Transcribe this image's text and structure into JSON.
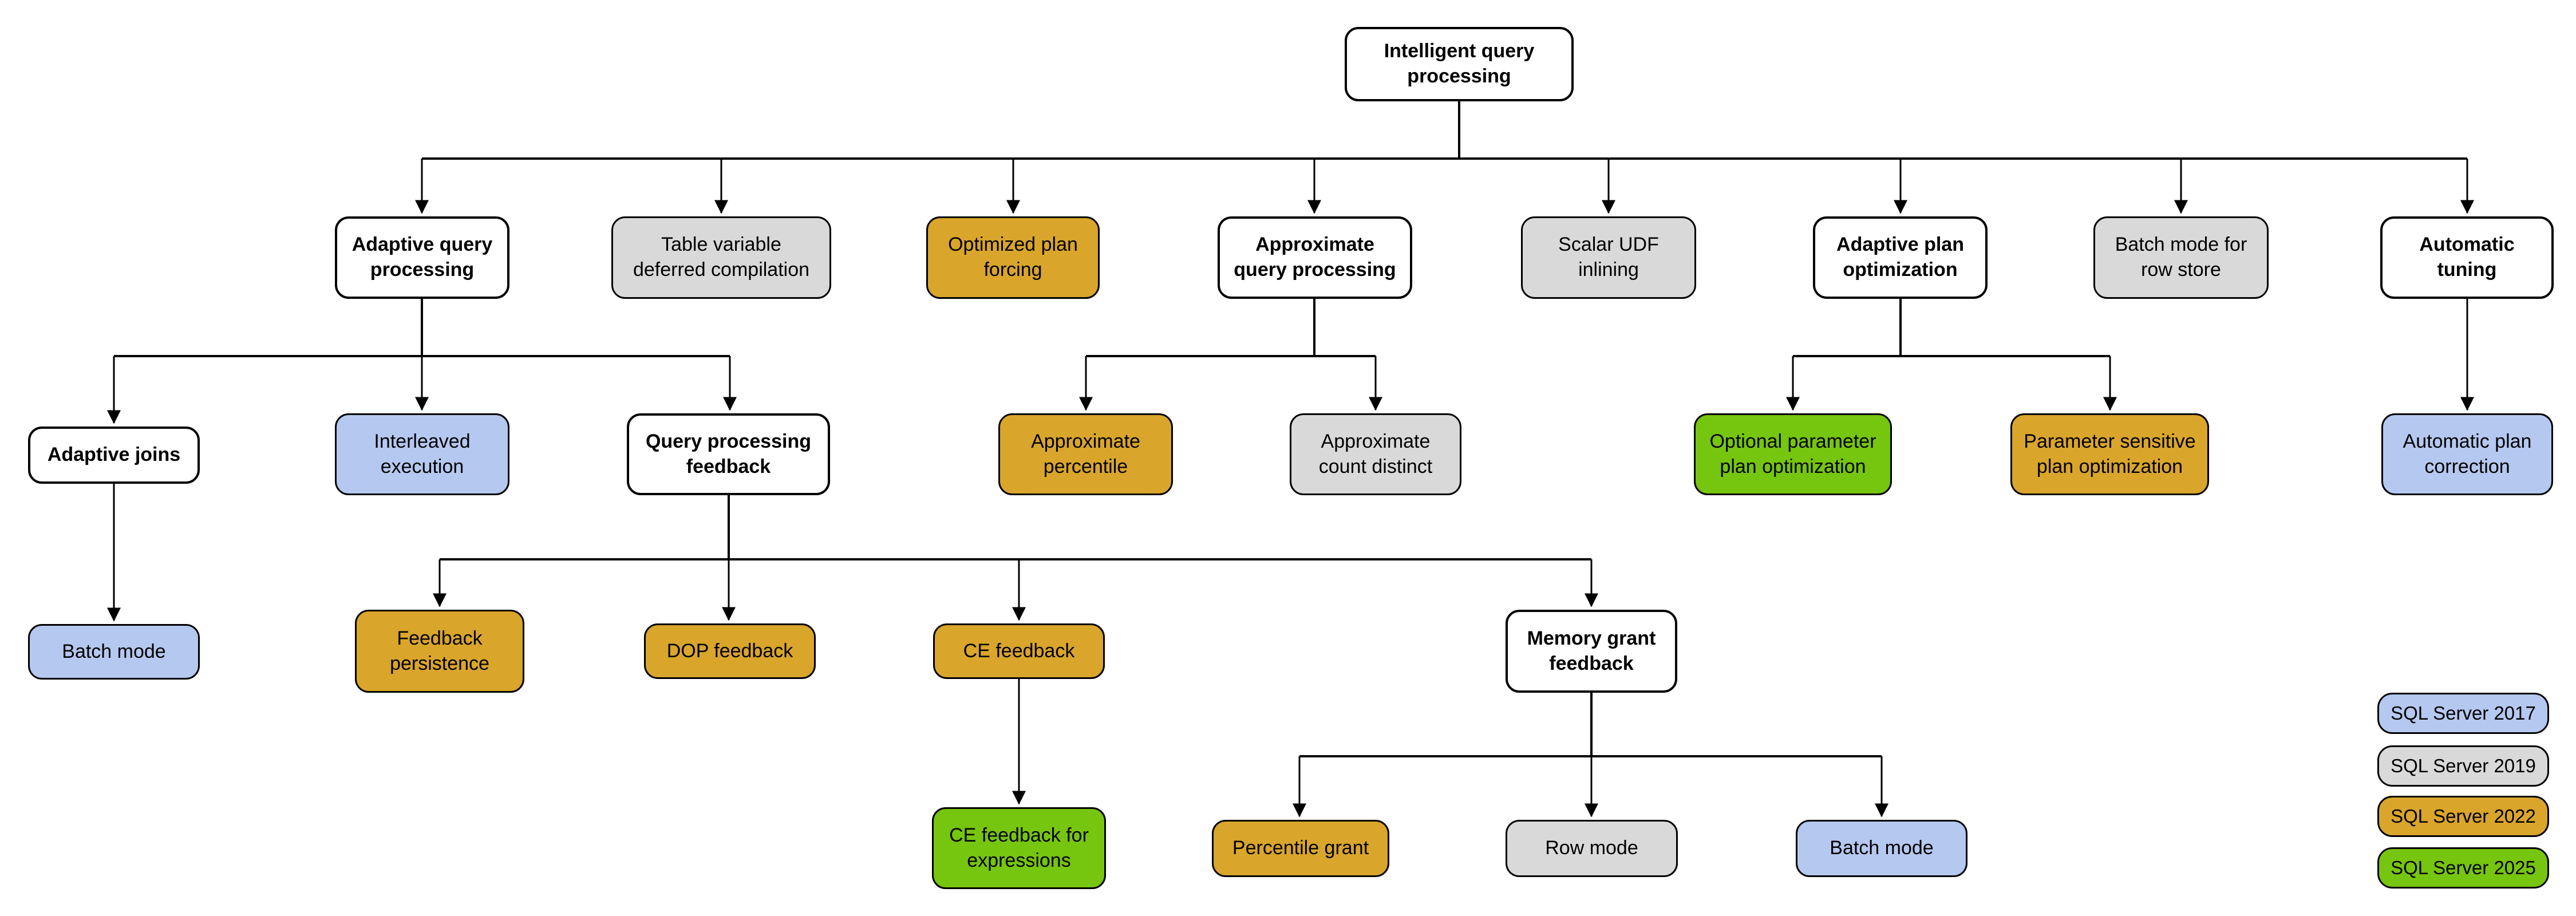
{
  "colors": {
    "base": {
      "fill": "#ffffff",
      "border": "#000000"
    },
    "v2017": {
      "fill": "#b5c8f0",
      "border": "#000000"
    },
    "v2019": {
      "fill": "#d9d9d9",
      "border": "#000000"
    },
    "v2022": {
      "fill": "#d9a52b",
      "border": "#000000"
    },
    "v2025": {
      "fill": "#76c50f",
      "border": "#000000"
    },
    "line": "#000000"
  },
  "nodes": [
    {
      "label": "Intelligent query\nprocessing",
      "version": "base"
    },
    {
      "label": "Adaptive query\nprocessing",
      "version": "base"
    },
    {
      "label": "Table variable\ndeferred compilation",
      "version": "v2019"
    },
    {
      "label": "Optimized plan\nforcing",
      "version": "v2022"
    },
    {
      "label": "Approximate\nquery processing",
      "version": "base"
    },
    {
      "label": "Scalar UDF\ninlining",
      "version": "v2019"
    },
    {
      "label": "Adaptive plan\noptimization",
      "version": "base"
    },
    {
      "label": "Batch mode for\nrow store",
      "version": "v2019"
    },
    {
      "label": "Automatic\ntuning",
      "version": "base"
    },
    {
      "label": "Adaptive joins",
      "version": "base"
    },
    {
      "label": "Interleaved\nexecution",
      "version": "v2017"
    },
    {
      "label": "Query processing\nfeedback",
      "version": "base"
    },
    {
      "label": "Approximate\npercentile",
      "version": "v2022"
    },
    {
      "label": "Approximate\ncount distinct",
      "version": "v2019"
    },
    {
      "label": "Optional parameter\nplan optimization",
      "version": "v2025"
    },
    {
      "label": "Parameter sensitive\nplan optimization",
      "version": "v2022"
    },
    {
      "label": "Automatic plan\ncorrection",
      "version": "v2017"
    },
    {
      "label": "Batch mode",
      "version": "v2017"
    },
    {
      "label": "Feedback\npersistence",
      "version": "v2022"
    },
    {
      "label": "DOP feedback",
      "version": "v2022"
    },
    {
      "label": "CE feedback",
      "version": "v2022"
    },
    {
      "label": "Memory grant\nfeedback",
      "version": "base"
    },
    {
      "label": "CE feedback for\nexpressions",
      "version": "v2025"
    },
    {
      "label": "Percentile grant",
      "version": "v2022"
    },
    {
      "label": "Row mode",
      "version": "v2019"
    },
    {
      "label": "Batch mode",
      "version": "v2017"
    }
  ],
  "legend": [
    {
      "label": "SQL Server 2017",
      "version": "v2017"
    },
    {
      "label": "SQL Server 2019",
      "version": "v2019"
    },
    {
      "label": "SQL Server 2022",
      "version": "v2022"
    },
    {
      "label": "SQL Server 2025",
      "version": "v2025"
    }
  ]
}
